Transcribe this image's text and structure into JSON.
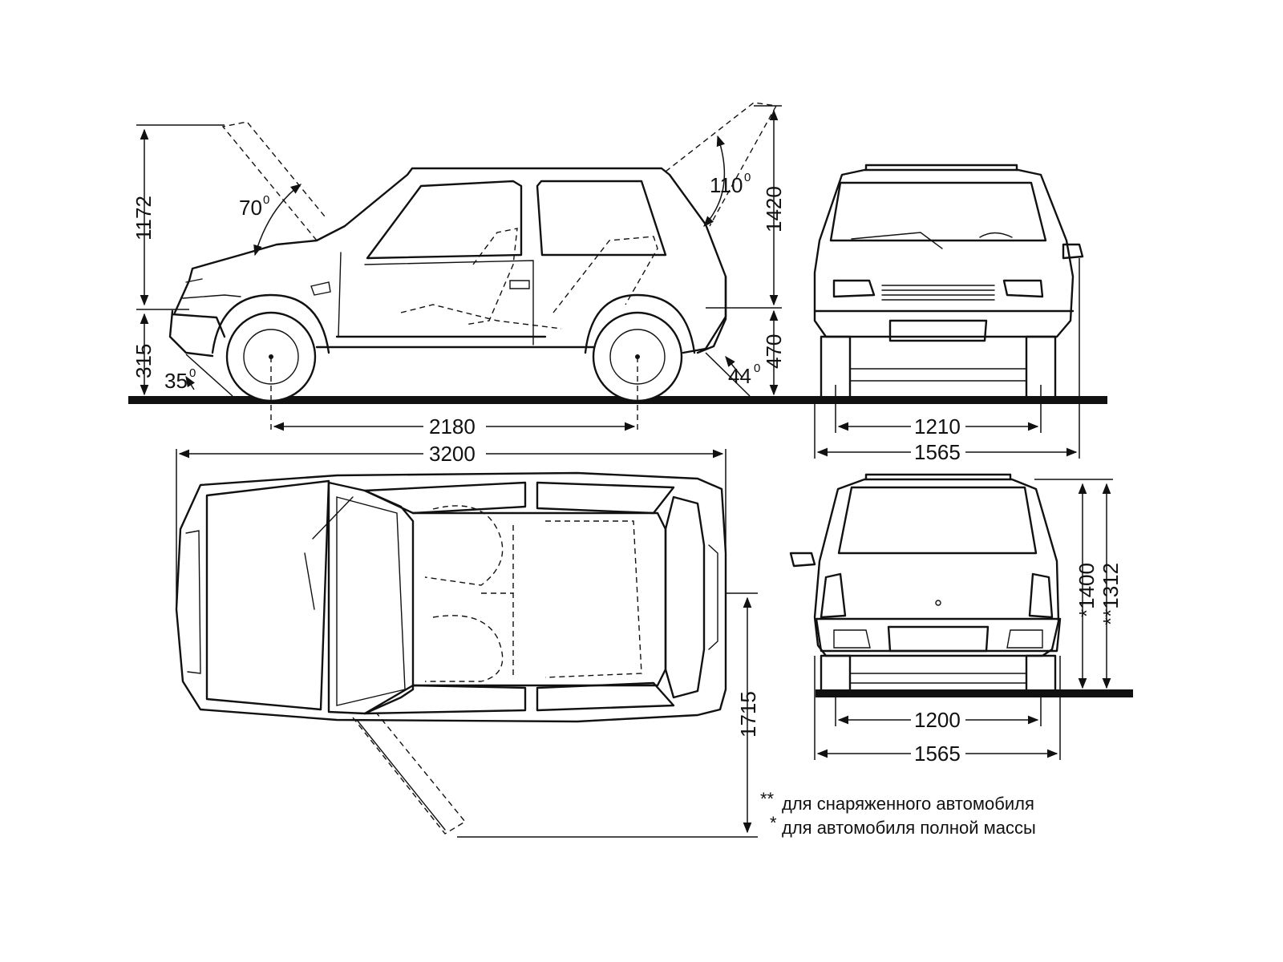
{
  "dimensions": {
    "side_height_above_sill": "1172",
    "side_front_sill_height": "315",
    "front_approach_angle": "35",
    "hood_open_angle": "70",
    "tailgate_open_angle": "110",
    "height_tailgate_open": "1420",
    "rear_sill_height": "470",
    "rear_departure_angle": "44",
    "wheelbase": "2180",
    "overall_length": "3200",
    "front_track": "1210",
    "front_overall_width": "1565",
    "top_width_door_open": "1715",
    "rear_height_full_mass": "*1400",
    "rear_height_curb": "**1312",
    "rear_track": "1200",
    "rear_overall_width": "1565"
  },
  "notes": {
    "curb": "для снаряженного автомобиля",
    "curb_marker": "**",
    "full": "для автомобиля полной массы",
    "full_marker": "*"
  },
  "angle_unit_symbol": "0"
}
